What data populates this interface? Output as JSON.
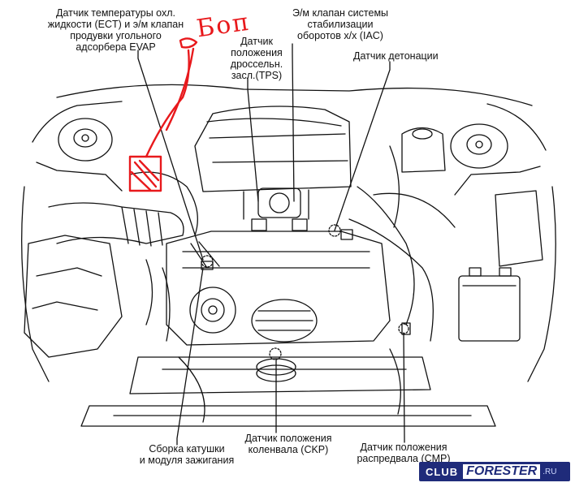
{
  "annotations": {
    "ect": [
      "Датчик температуры охл.",
      "жидкости (ECT) и э/м клапан",
      "продувки угольного",
      "адсорбера EVAP"
    ],
    "tps": [
      "Датчик",
      "положения",
      "дроссельн.",
      "засл.(TPS)"
    ],
    "iac": [
      "Э/м клапан системы",
      "стабилизации",
      "оборотов х/х (IAC)"
    ],
    "knock": [
      "Датчик детонации"
    ],
    "coil": [
      "Сборка катушки",
      "и модуля зажигания"
    ],
    "ckp": [
      "Датчик положения",
      "коленвала (CKP)"
    ],
    "cmp": [
      "Датчик положения",
      "распредвала (CMP)"
    ]
  },
  "handwritten_note": "Боп",
  "logo": {
    "club": "CLUB",
    "forester": "FORESTER",
    "ru": ".RU"
  },
  "colors": {
    "line": "#111111",
    "marker": "#e8191c",
    "logo_bg": "#1f2b7a"
  }
}
